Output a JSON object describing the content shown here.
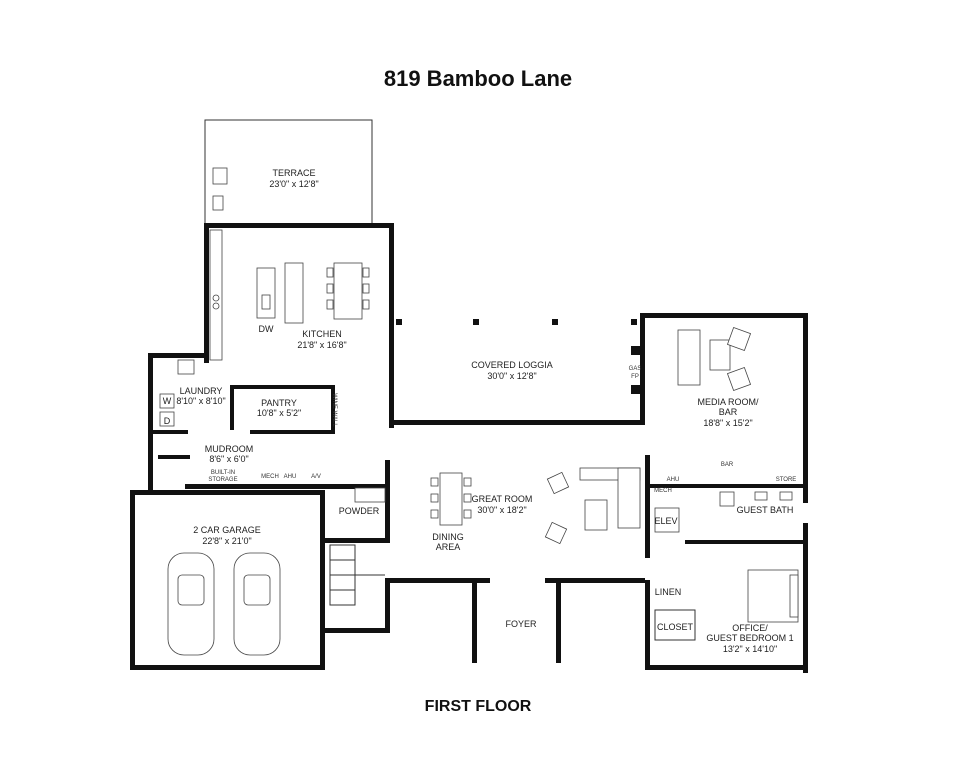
{
  "title": "819 Bamboo Lane",
  "floor_label": "FIRST FLOOR",
  "rooms": {
    "terrace": {
      "name": "TERRACE",
      "dims": "23'0\" x 12'8\""
    },
    "kitchen": {
      "name": "KITCHEN",
      "dims": "21'8\" x 16'8\""
    },
    "dw": "DW",
    "covered_loggia": {
      "name": "COVERED LOGGIA",
      "dims": "30'0\" x 12'8\""
    },
    "media_room": {
      "name": "MEDIA ROOM/",
      "name2": "BAR",
      "dims": "18'8\" x 15'2\""
    },
    "laundry": {
      "name": "LAUNDRY",
      "dims": "8'10\" x 8'10\""
    },
    "pantry": {
      "name": "PANTRY",
      "dims": "10'8\" x 5'2\""
    },
    "mudroom": {
      "name": "MUDROOM",
      "dims": "8'6\" x 6'0\""
    },
    "great_room": {
      "name": "GREAT ROOM",
      "dims": "30'0\" x 18'2\""
    },
    "dining_area": {
      "name": "DINING",
      "name2": "AREA"
    },
    "garage": {
      "name": "2 CAR GARAGE",
      "dims": "22'8\" x 21'0\""
    },
    "powder": {
      "name": "POWDER"
    },
    "foyer": {
      "name": "FOYER"
    },
    "guest_bath": {
      "name": "GUEST BATH"
    },
    "elev": {
      "name": "ELEV"
    },
    "linen": {
      "name": "LINEN"
    },
    "closet": {
      "name": "CLOSET"
    },
    "office": {
      "name": "OFFICE/",
      "name2": "GUEST BEDROOM 1",
      "dims": "13'2\" x 14'10\""
    }
  },
  "small_labels": {
    "w": "W",
    "d": "D",
    "built_in_storage": "BUILT-IN",
    "built_in_storage2": "STORAGE",
    "mech": "MECH",
    "ahu": "AHU",
    "av": "A/V",
    "ahu2": "AHU",
    "mech2": "MECH",
    "bar": "BAR",
    "store": "STORE",
    "wine_wall": "WINE WALL",
    "gas_fp": "GAS",
    "gas_fp2": "FP"
  }
}
